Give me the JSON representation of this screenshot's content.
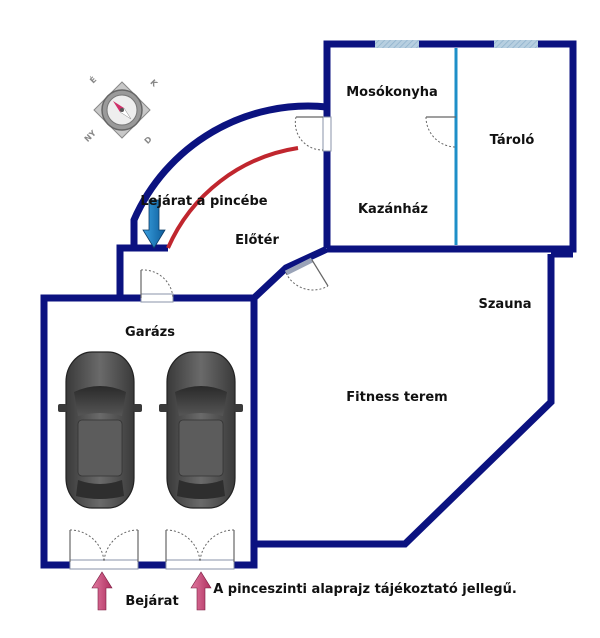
{
  "rooms": {
    "mosokonyha": "Mosókonyha",
    "tarolo": "Tároló",
    "kazanhaz": "Kazánház",
    "eloter": "Előtér",
    "lejarat": "Lejárat a pincébe",
    "szauna": "Szauna",
    "garazs": "Garázs",
    "fitness": "Fitness terem"
  },
  "entrance": {
    "label": "Bejárat"
  },
  "note": {
    "text": "A pinceszinti alaprajz tájékoztató jellegű."
  },
  "compass": {
    "north": "É",
    "east": "K",
    "south": "D",
    "west": "NY"
  },
  "colors": {
    "wall": "#0b1280",
    "partition": "#1e8fc8",
    "stair_line": "#c0262e",
    "stair_arrow": "#1a7fc0",
    "entrance_arrow": "#c8486e",
    "car_body": "#4a4a4a"
  }
}
